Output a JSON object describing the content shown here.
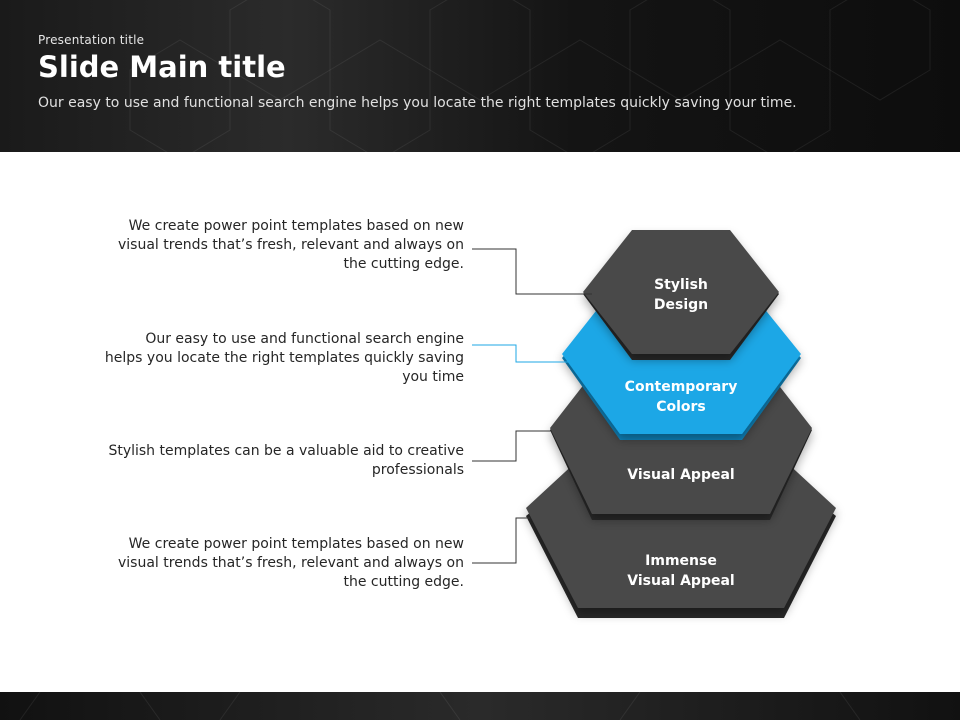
{
  "header": {
    "presentation_title": "Presentation  title",
    "main_title": "Slide Main title",
    "subtitle": "Our easy to use and functional search engine helps you locate the right templates quickly saving your time."
  },
  "colors": {
    "header_bg": "#1c1c1c",
    "hex_dark": "#4a4a4a",
    "hex_accent": "#1ea7e6",
    "connector_dark": "#333333",
    "connector_accent": "#1ea7e6"
  },
  "levels": [
    {
      "label_line1": "Stylish",
      "label_line2": "Design",
      "description": "We create power point templates based on new visual trends that’s fresh, relevant and always on the cutting edge.",
      "color": "dark"
    },
    {
      "label_line1": "Contemporary",
      "label_line2": "Colors",
      "description": "Our easy to use and functional search engine helps you locate the right templates quickly saving you time",
      "color": "accent"
    },
    {
      "label_line1": "Visual Appeal",
      "label_line2": "",
      "description": "Stylish templates can be a valuable aid to creative professionals",
      "color": "dark"
    },
    {
      "label_line1": "Immense",
      "label_line2": "Visual Appeal",
      "description": "We create power point templates based on new visual trends that’s fresh, relevant and always on the cutting edge.",
      "color": "dark"
    }
  ]
}
